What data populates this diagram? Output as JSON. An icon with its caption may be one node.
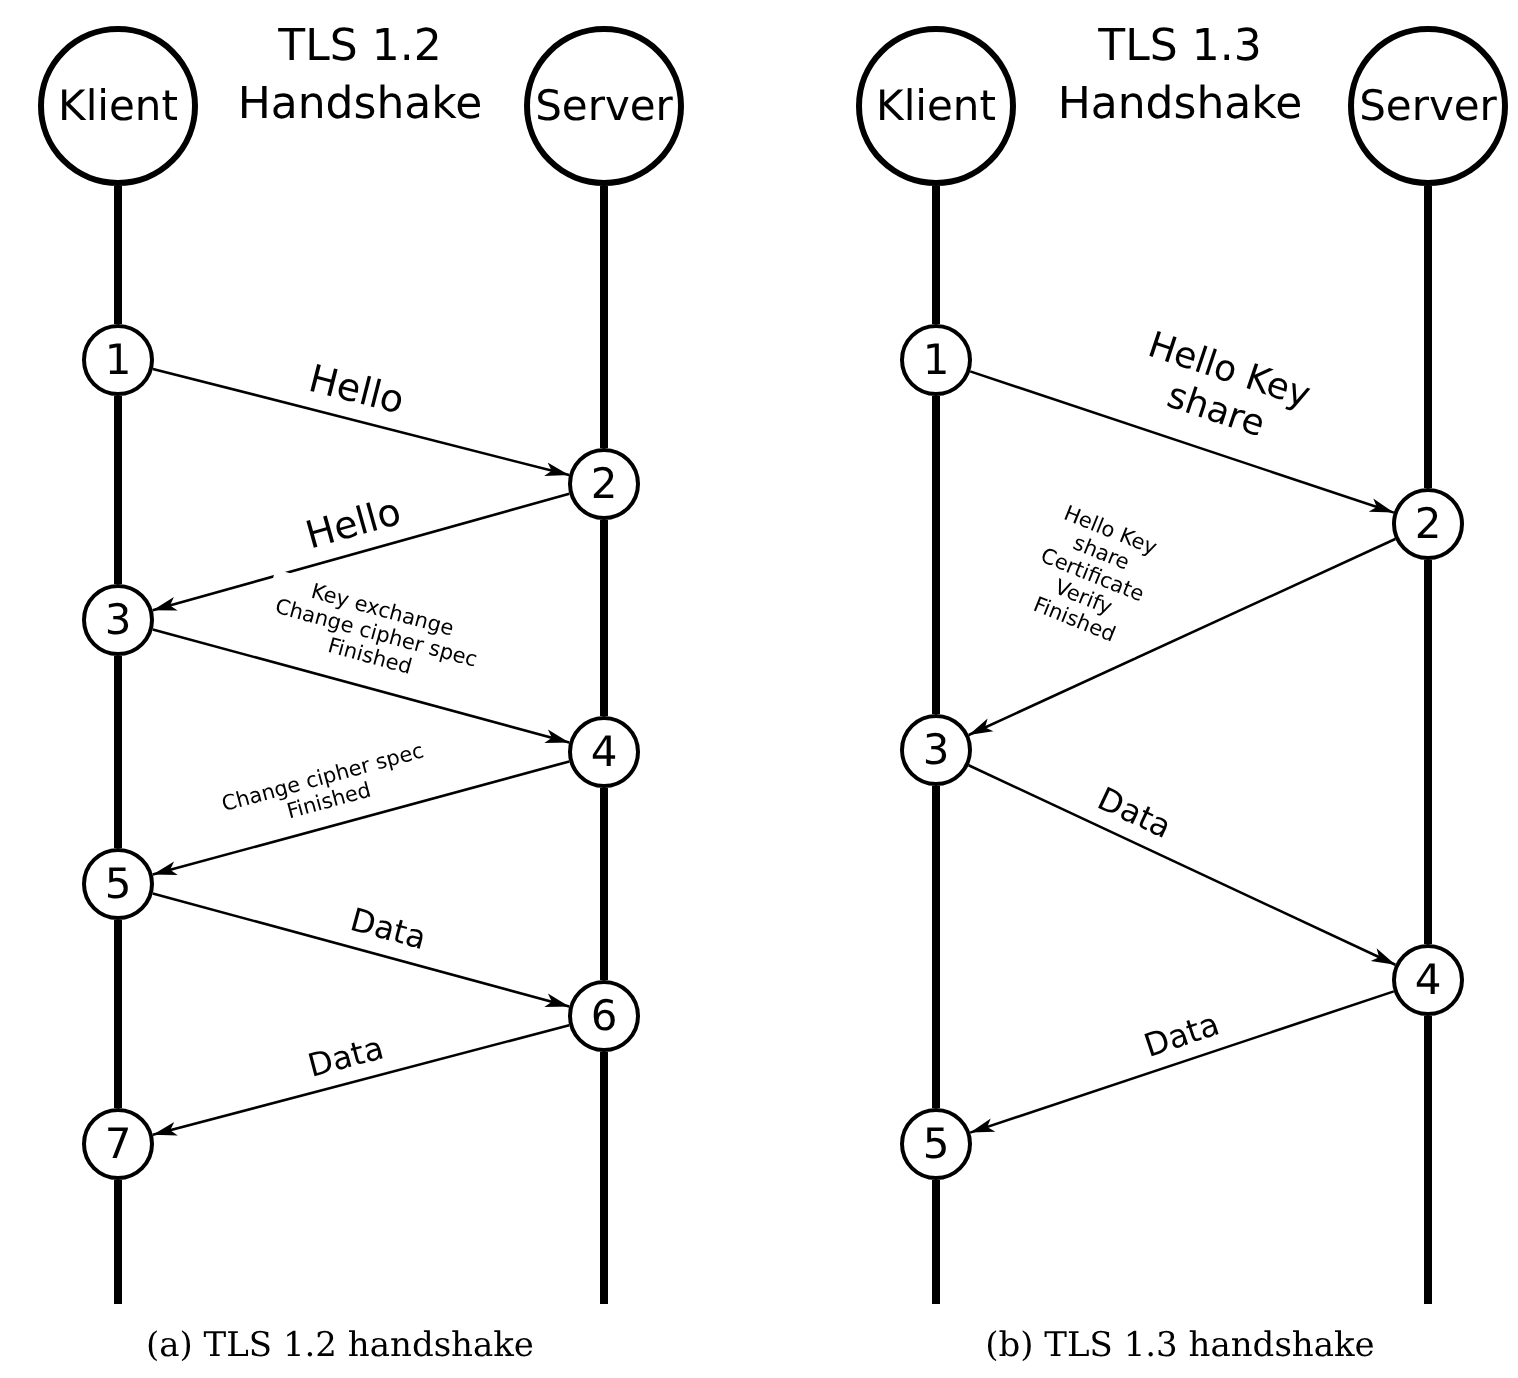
{
  "diagram": {
    "nodes": [
      {
        "text": [
          "Klient"
        ]
      },
      {
        "text": [
          "Server"
        ]
      },
      {
        "text": [
          "1"
        ]
      },
      {
        "text": [
          "2"
        ]
      },
      {
        "text": [
          "3"
        ]
      },
      {
        "text": [
          "4"
        ]
      },
      {
        "text": [
          "5"
        ]
      },
      {
        "text": [
          "6"
        ]
      },
      {
        "text": [
          "7"
        ]
      },
      {
        "text": [
          "Klient"
        ]
      },
      {
        "text": [
          "Server"
        ]
      },
      {
        "text": [
          "1"
        ]
      },
      {
        "text": [
          "2"
        ]
      },
      {
        "text": [
          "3"
        ]
      },
      {
        "text": [
          "4"
        ]
      },
      {
        "text": [
          "5"
        ]
      }
    ],
    "edges": [
      {
        "from": 2,
        "to": 3,
        "arrow": "to",
        "label": "Hello"
      },
      {
        "from": 3,
        "to": 4,
        "arrow": "to",
        "label": "Hello"
      },
      {
        "from": 4,
        "to": 5,
        "arrow": "to",
        "label": "Key exchange Change cipher spec Finished"
      },
      {
        "from": 5,
        "to": 6,
        "arrow": "to",
        "label": "Change cipher spec Finished"
      },
      {
        "from": 6,
        "to": 7,
        "arrow": "to",
        "label": "Data"
      },
      {
        "from": 7,
        "to": 8,
        "arrow": "to",
        "label": "Data"
      },
      {
        "from": 0,
        "to": 2,
        "arrow": "none"
      },
      {
        "from": 2,
        "to": 4,
        "arrow": "none"
      },
      {
        "from": 4,
        "to": 6,
        "arrow": "none"
      },
      {
        "from": 6,
        "to": 8,
        "arrow": "none"
      },
      {
        "from": 8,
        "to": null,
        "arrow": "none"
      },
      {
        "from": 1,
        "to": 3,
        "arrow": "none"
      },
      {
        "from": 3,
        "to": 5,
        "arrow": "none"
      },
      {
        "from": 5,
        "to": 7,
        "arrow": "none"
      },
      {
        "from": 7,
        "to": null,
        "arrow": "none"
      },
      {
        "from": 11,
        "to": 12,
        "arrow": "to",
        "label": "Hello Key share"
      },
      {
        "from": 12,
        "to": 13,
        "arrow": "to",
        "label": "Hello Key share Certificate Verify Finished"
      },
      {
        "from": 13,
        "to": 14,
        "arrow": "to",
        "label": "Data"
      },
      {
        "from": 14,
        "to": 15,
        "arrow": "to",
        "label": "Data"
      },
      {
        "from": 9,
        "to": 11,
        "arrow": "none"
      },
      {
        "from": 11,
        "to": 13,
        "arrow": "none"
      },
      {
        "from": 13,
        "to": 15,
        "arrow": "none"
      },
      {
        "from": 15,
        "to": null,
        "arrow": "none"
      },
      {
        "from": 10,
        "to": 12,
        "arrow": "none"
      },
      {
        "from": 12,
        "to": 14,
        "arrow": "none"
      },
      {
        "from": 14,
        "to": null,
        "arrow": "none"
      }
    ],
    "labels": [
      "TLS 1.2 Handshake",
      "TLS 1.3 Handshake",
      "(a) TLS 1.2 handshake",
      "(b) TLS 1.3 handshake"
    ]
  }
}
